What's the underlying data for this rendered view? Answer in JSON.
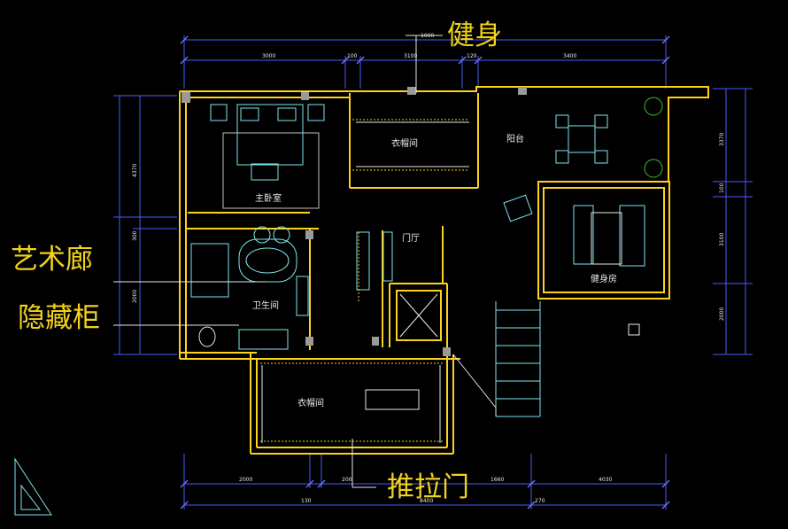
{
  "annotations": {
    "fitness": "健身",
    "art_gallery": "艺术廊",
    "hidden_cabinet": "隐藏柜",
    "sliding_door": "推拉门"
  },
  "rooms": {
    "master_bedroom": "主卧室",
    "cloakroom_top": "衣帽间",
    "balcony": "阳台",
    "foyer": "门厅",
    "gym": "健身房",
    "bathroom": "卫生间",
    "cloakroom_bottom": "衣帽间"
  },
  "dimensions": {
    "top_total": "1000",
    "top_seg": [
      "3000",
      "100",
      "3100",
      "120",
      "3400"
    ],
    "bottom_seg": [
      "2000",
      "200",
      "1660",
      "4030"
    ],
    "bottom_total": [
      "130",
      "8400",
      "270"
    ],
    "left_seg": [
      "4370",
      "300",
      "2000"
    ],
    "right_seg": [
      "3370",
      "100",
      "3100",
      "2000"
    ]
  },
  "colors": {
    "background": "#000000",
    "wall": "#ffd21a",
    "furniture": "#7fe6ee",
    "annotation": "#f2d21a",
    "dimension": "#4b5cff"
  }
}
